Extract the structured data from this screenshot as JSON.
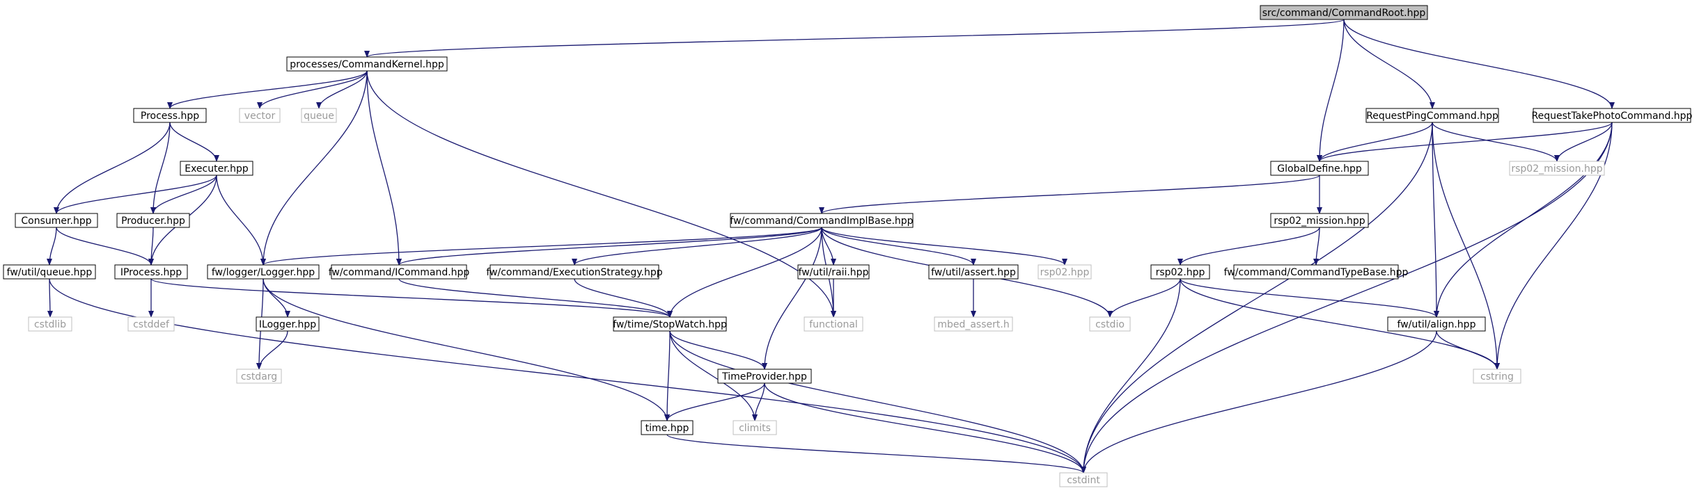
{
  "diagram": {
    "colors": {
      "edge": "#191970",
      "local_border": "#000000",
      "external_border": "#bfbfbf",
      "root_fill": "#bfbfbf",
      "text": "#000000",
      "external_text": "#9a9a9a"
    },
    "nodes": [
      {
        "id": "root",
        "label": "src/command/CommandRoot.hpp",
        "kind": "root"
      },
      {
        "id": "kernel",
        "label": "processes/CommandKernel.hpp",
        "kind": "local"
      },
      {
        "id": "process",
        "label": "Process.hpp",
        "kind": "local"
      },
      {
        "id": "vector",
        "label": "vector",
        "kind": "external"
      },
      {
        "id": "queue",
        "label": "queue",
        "kind": "external"
      },
      {
        "id": "executer",
        "label": "Executer.hpp",
        "kind": "local"
      },
      {
        "id": "consumer",
        "label": "Consumer.hpp",
        "kind": "local"
      },
      {
        "id": "producer",
        "label": "Producer.hpp",
        "kind": "local"
      },
      {
        "id": "fwqueue",
        "label": "fw/util/queue.hpp",
        "kind": "local"
      },
      {
        "id": "iprocess",
        "label": "IProcess.hpp",
        "kind": "local"
      },
      {
        "id": "logger",
        "label": "fw/logger/Logger.hpp",
        "kind": "local"
      },
      {
        "id": "icommand",
        "label": "fw/command/ICommand.hpp",
        "kind": "local"
      },
      {
        "id": "cstdlib",
        "label": "cstdlib",
        "kind": "external"
      },
      {
        "id": "cstddef",
        "label": "cstddef",
        "kind": "external"
      },
      {
        "id": "ilogger",
        "label": "ILogger.hpp",
        "kind": "local"
      },
      {
        "id": "cstdarg",
        "label": "cstdarg",
        "kind": "external"
      },
      {
        "id": "cmdimpl",
        "label": "fw/command/CommandImplBase.hpp",
        "kind": "local"
      },
      {
        "id": "execstrat",
        "label": "fw/command/ExecutionStrategy.hpp",
        "kind": "local"
      },
      {
        "id": "raii",
        "label": "fw/util/raii.hpp",
        "kind": "local"
      },
      {
        "id": "assert",
        "label": "fw/util/assert.hpp",
        "kind": "local"
      },
      {
        "id": "rsp02hpp",
        "label": "rsp02.hpp",
        "kind": "external"
      },
      {
        "id": "stopwatch",
        "label": "fw/time/StopWatch.hpp",
        "kind": "local"
      },
      {
        "id": "functional",
        "label": "functional",
        "kind": "external"
      },
      {
        "id": "mbed",
        "label": "mbed_assert.h",
        "kind": "external"
      },
      {
        "id": "timeprov",
        "label": "TimeProvider.hpp",
        "kind": "local"
      },
      {
        "id": "timehpp",
        "label": "time.hpp",
        "kind": "local"
      },
      {
        "id": "climits",
        "label": "climits",
        "kind": "external"
      },
      {
        "id": "cstdint",
        "label": "cstdint",
        "kind": "external"
      },
      {
        "id": "globaldef",
        "label": "GlobalDefine.hpp",
        "kind": "local"
      },
      {
        "id": "reqping",
        "label": "RequestPingCommand.hpp",
        "kind": "local"
      },
      {
        "id": "reqphoto",
        "label": "RequestTakePhotoCommand.hpp",
        "kind": "local"
      },
      {
        "id": "rspmissext",
        "label": "rsp02_mission.hpp",
        "kind": "external"
      },
      {
        "id": "rspmiss",
        "label": "rsp02_mission.hpp",
        "kind": "local"
      },
      {
        "id": "rsp02",
        "label": "rsp02.hpp",
        "kind": "local"
      },
      {
        "id": "cmdtype",
        "label": "fw/command/CommandTypeBase.hpp",
        "kind": "local"
      },
      {
        "id": "cstdio",
        "label": "cstdio",
        "kind": "external"
      },
      {
        "id": "align",
        "label": "fw/util/align.hpp",
        "kind": "local"
      },
      {
        "id": "cstring",
        "label": "cstring",
        "kind": "external"
      }
    ],
    "edges": [
      [
        "root",
        "kernel"
      ],
      [
        "root",
        "globaldef"
      ],
      [
        "root",
        "reqping"
      ],
      [
        "root",
        "reqphoto"
      ],
      [
        "kernel",
        "process"
      ],
      [
        "kernel",
        "vector"
      ],
      [
        "kernel",
        "queue"
      ],
      [
        "kernel",
        "logger"
      ],
      [
        "kernel",
        "icommand"
      ],
      [
        "kernel",
        "functional"
      ],
      [
        "process",
        "executer"
      ],
      [
        "process",
        "consumer"
      ],
      [
        "process",
        "producer"
      ],
      [
        "executer",
        "consumer"
      ],
      [
        "executer",
        "producer"
      ],
      [
        "executer",
        "iprocess"
      ],
      [
        "executer",
        "logger"
      ],
      [
        "consumer",
        "fwqueue"
      ],
      [
        "consumer",
        "iprocess"
      ],
      [
        "producer",
        "iprocess"
      ],
      [
        "fwqueue",
        "cstdlib"
      ],
      [
        "fwqueue",
        "cstdint"
      ],
      [
        "iprocess",
        "cstddef"
      ],
      [
        "iprocess",
        "stopwatch"
      ],
      [
        "logger",
        "ilogger"
      ],
      [
        "logger",
        "cstdarg"
      ],
      [
        "logger",
        "timehpp"
      ],
      [
        "ilogger",
        "cstdarg"
      ],
      [
        "icommand",
        "stopwatch"
      ],
      [
        "cmdimpl",
        "logger"
      ],
      [
        "cmdimpl",
        "icommand"
      ],
      [
        "cmdimpl",
        "execstrat"
      ],
      [
        "cmdimpl",
        "raii"
      ],
      [
        "cmdimpl",
        "assert"
      ],
      [
        "cmdimpl",
        "rsp02hpp"
      ],
      [
        "cmdimpl",
        "cstdio"
      ],
      [
        "cmdimpl",
        "stopwatch"
      ],
      [
        "cmdimpl",
        "functional"
      ],
      [
        "cmdimpl",
        "timeprov"
      ],
      [
        "execstrat",
        "stopwatch"
      ],
      [
        "raii",
        "functional"
      ],
      [
        "assert",
        "mbed"
      ],
      [
        "stopwatch",
        "timeprov"
      ],
      [
        "stopwatch",
        "timehpp"
      ],
      [
        "stopwatch",
        "climits"
      ],
      [
        "stopwatch",
        "cstdint"
      ],
      [
        "timeprov",
        "timehpp"
      ],
      [
        "timeprov",
        "climits"
      ],
      [
        "timeprov",
        "cstdint"
      ],
      [
        "timehpp",
        "cstdint"
      ],
      [
        "globaldef",
        "cmdimpl"
      ],
      [
        "globaldef",
        "rspmiss"
      ],
      [
        "reqping",
        "globaldef"
      ],
      [
        "reqping",
        "rspmissext"
      ],
      [
        "reqping",
        "align"
      ],
      [
        "reqping",
        "cstring"
      ],
      [
        "reqping",
        "cstdint"
      ],
      [
        "reqphoto",
        "globaldef"
      ],
      [
        "reqphoto",
        "rspmissext"
      ],
      [
        "reqphoto",
        "align"
      ],
      [
        "reqphoto",
        "cstring"
      ],
      [
        "reqphoto",
        "cstdint"
      ],
      [
        "rspmiss",
        "rsp02"
      ],
      [
        "rspmiss",
        "cmdtype"
      ],
      [
        "rsp02",
        "cstdio"
      ],
      [
        "rsp02",
        "align"
      ],
      [
        "rsp02",
        "cstring"
      ],
      [
        "rsp02",
        "cstdint"
      ],
      [
        "align",
        "cstring"
      ],
      [
        "align",
        "cstdint"
      ]
    ]
  }
}
